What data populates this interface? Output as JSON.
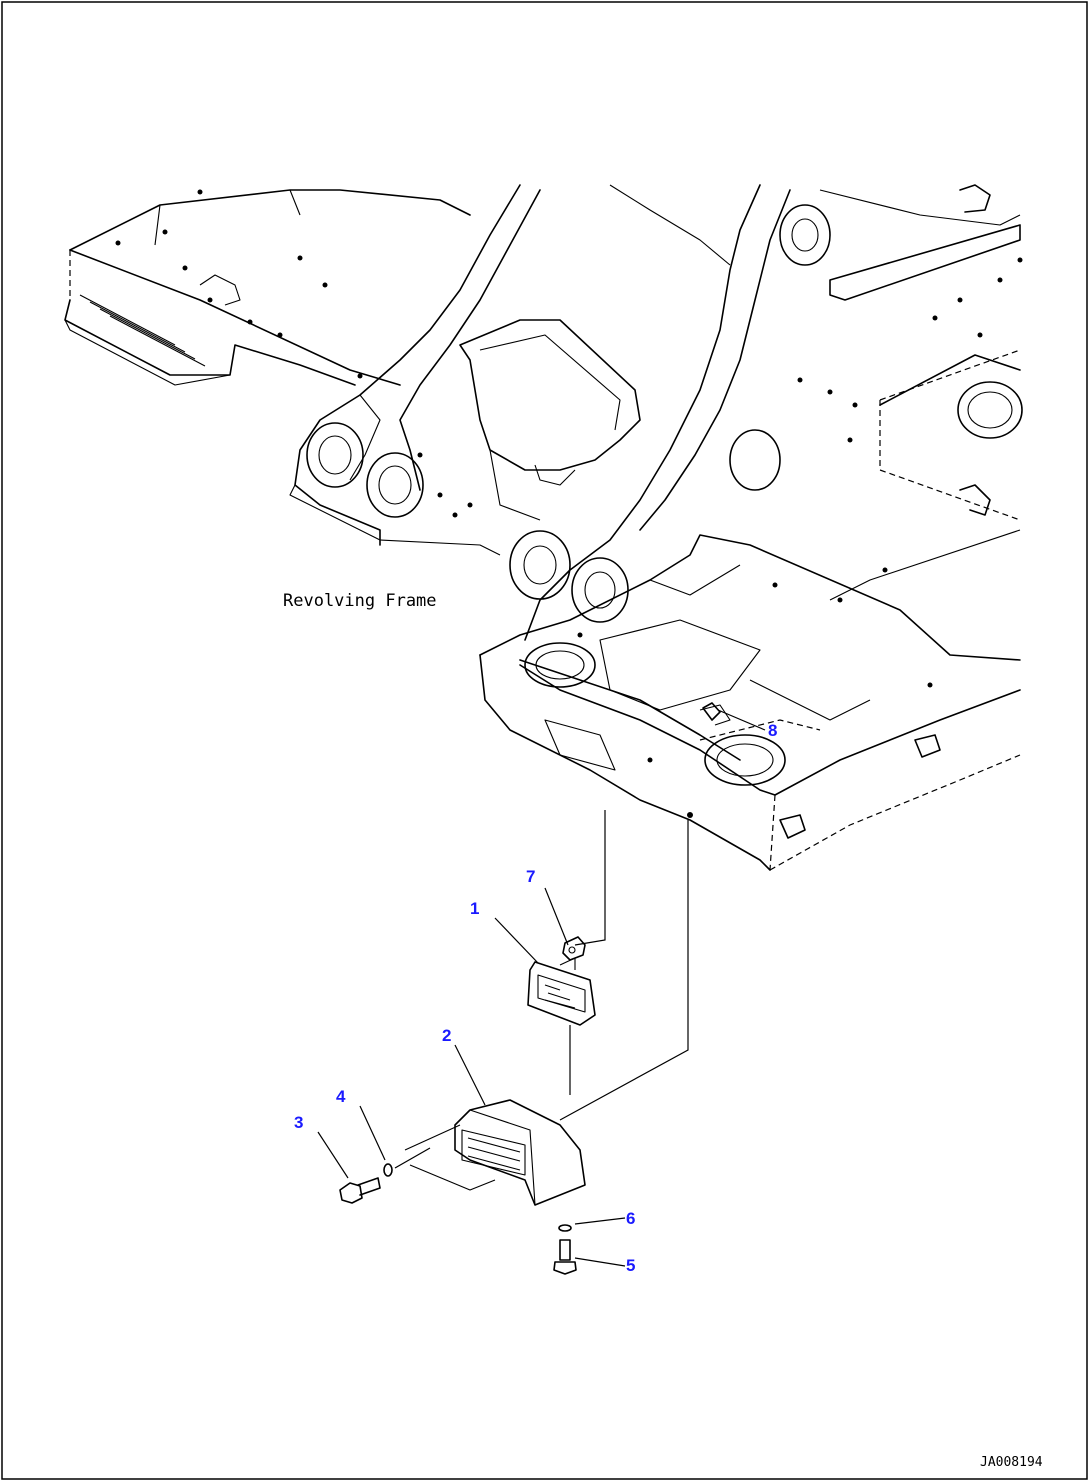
{
  "diagram": {
    "assembly_label": "Revolving Frame",
    "drawing_code": "JA008194",
    "callouts": [
      "1",
      "2",
      "3",
      "4",
      "5",
      "6",
      "7",
      "8"
    ]
  },
  "colors": {
    "line": "#000000",
    "callout": "#1a1aff",
    "background": "#ffffff"
  }
}
